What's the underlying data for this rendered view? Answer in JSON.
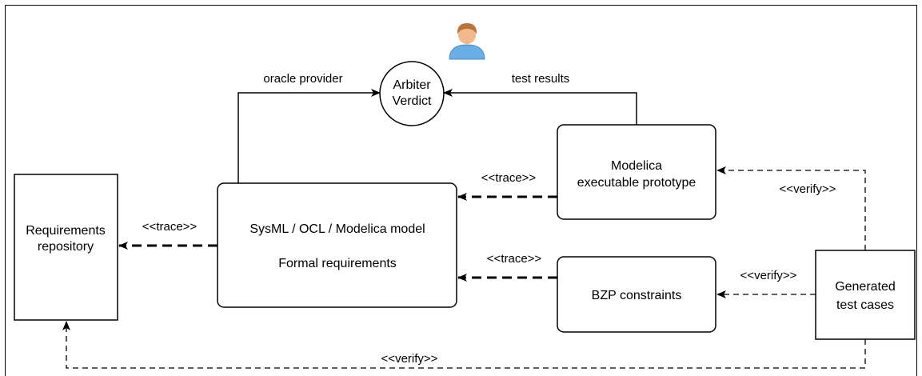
{
  "nodes": {
    "actor": {
      "icon": "user-icon"
    },
    "arbiter": {
      "lines": [
        "Arbiter",
        "Verdict"
      ]
    },
    "requirements_repository": {
      "lines": [
        "Requirements",
        "repository"
      ]
    },
    "formal_model": {
      "lines": [
        "SysML / OCL /  Modelica model",
        "Formal requirements"
      ]
    },
    "modelica_prototype": {
      "lines": [
        "Modelica",
        "executable prototype"
      ]
    },
    "bzp_constraints": {
      "lines": [
        "BZP constraints"
      ]
    },
    "generated_tests": {
      "lines": [
        "Generated",
        "test cases"
      ]
    }
  },
  "edges": {
    "oracle_provider": {
      "label": "oracle provider"
    },
    "test_results": {
      "label": "test results"
    },
    "trace_model_to_repo": {
      "label": "<<trace>>"
    },
    "trace_proto_to_model": {
      "label": "<<trace>>"
    },
    "trace_bzp_to_model": {
      "label": "<<trace>>"
    },
    "verify_tests_to_proto": {
      "label": "<<verify>>"
    },
    "verify_tests_to_bzp": {
      "label": "<<verify>>"
    },
    "verify_tests_to_repo": {
      "label": "<<verify>>"
    }
  },
  "colors": {
    "stroke": "#000000",
    "actor_skin": "#f2b98c",
    "actor_hair": "#b8733a",
    "actor_shirt": "#6aaee6"
  }
}
